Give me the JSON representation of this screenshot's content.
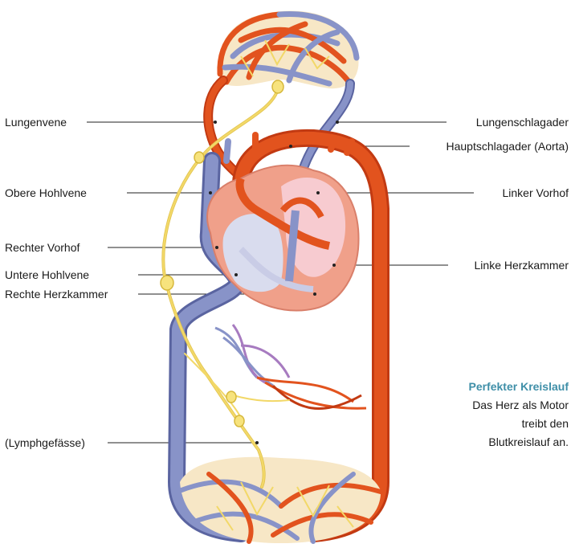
{
  "labels_left": {
    "lungenvene": "Lungenvene",
    "obere_hohlvene": "Obere Hohlvene",
    "rechter_vorhof": "Rechter Vorhof",
    "untere_hohlvene": "Untere Hohlvene",
    "rechte_herzkammer": "Rechte Herzkammer",
    "lymphgefaesse": "(Lymphgefässe)"
  },
  "labels_right": {
    "lungenschlagader": "Lungenschlagader",
    "hauptschlagader": "Hauptschlagader (Aorta)",
    "linker_vorhof": "Linker Vorhof",
    "linke_herzkammer": "Linke Herzkammer"
  },
  "caption": {
    "title": "Perfekter Kreislauf",
    "line1": "Das Herz als Motor",
    "line2": "treibt den",
    "line3": "Blutkreislauf an."
  },
  "colors": {
    "artery": "#e2531e",
    "artery_dark": "#c23a12",
    "vein": "#8893c8",
    "vein_dark": "#5a64a0",
    "heart_outer": "#f0a08a",
    "heart_inner_left": "#f7cbd0",
    "heart_inner_right": "#d9dcee",
    "lymph": "#f2d868",
    "capillary_purple": "#a77bc0",
    "caption_title": "#3f8fa8"
  }
}
